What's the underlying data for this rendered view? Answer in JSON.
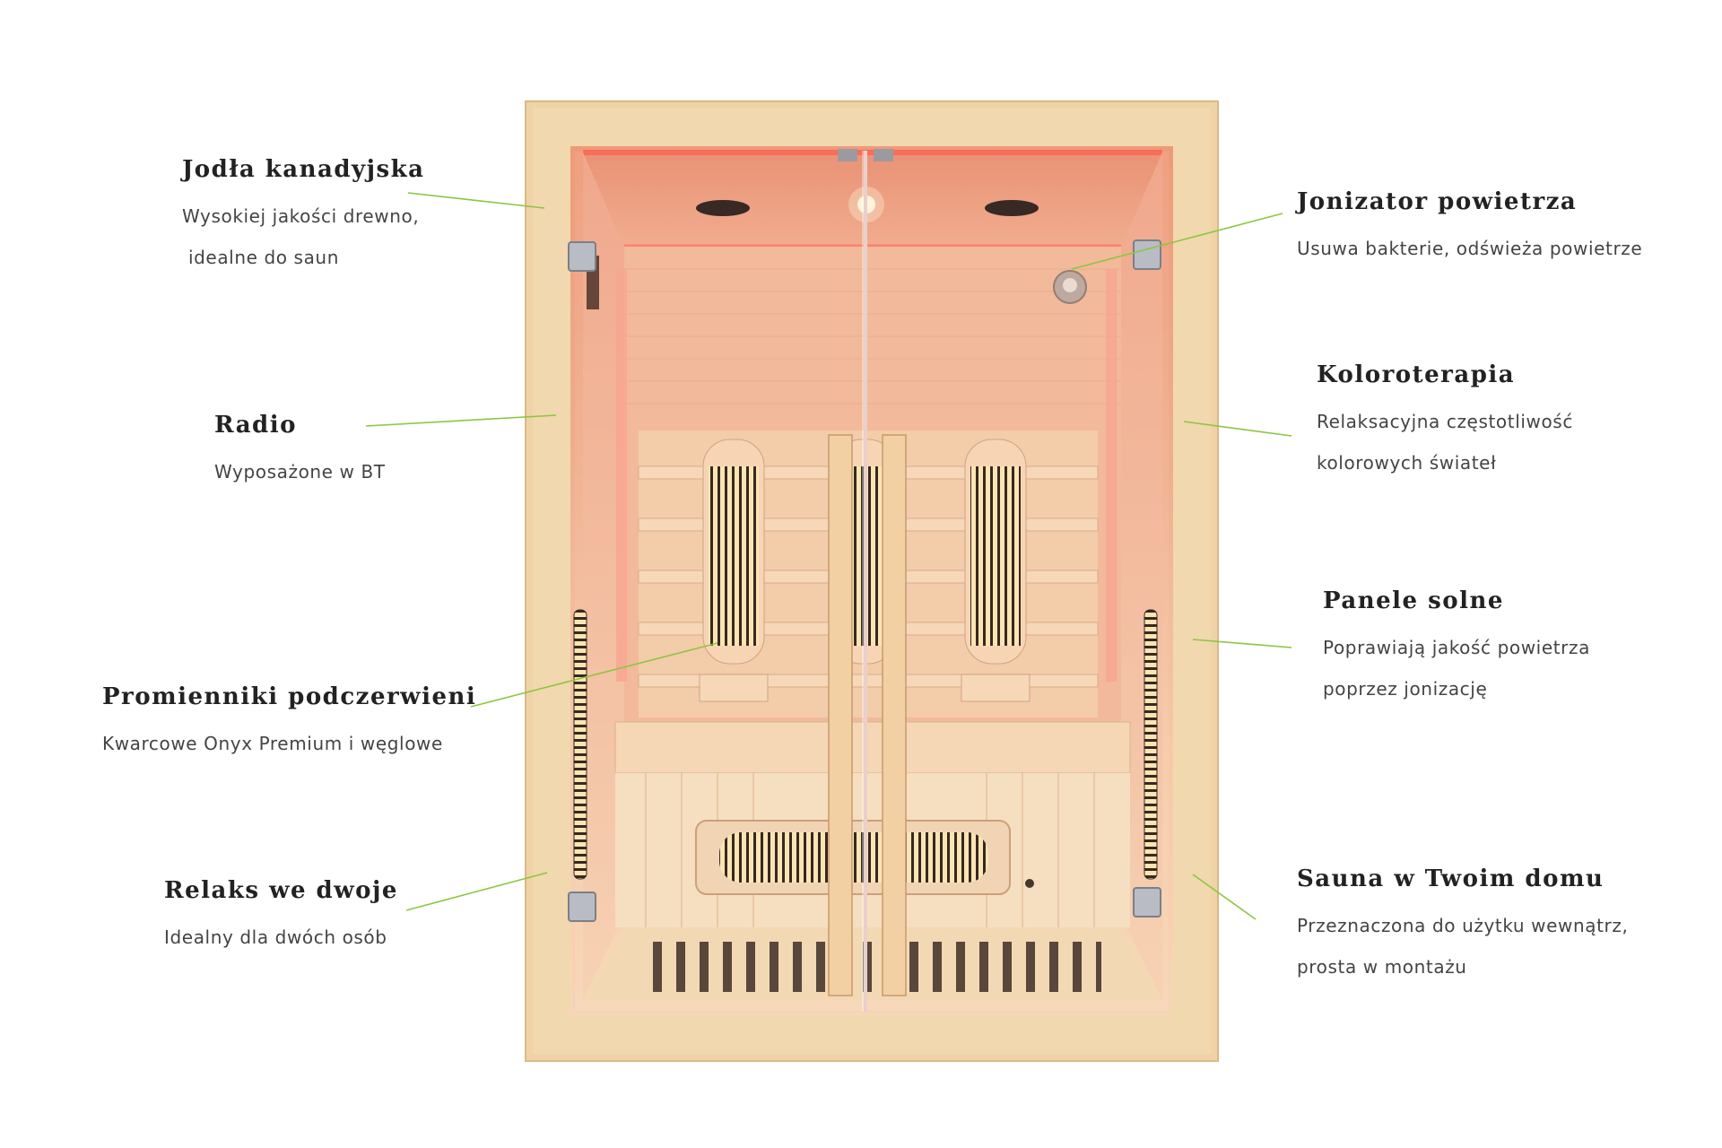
{
  "features": [
    {
      "title": "Jodła kanadyjska",
      "lines": [
        "Wysokiej jakości drewno,",
        " idealne do saun"
      ]
    },
    {
      "title": "Radio",
      "lines": [
        "Wyposażone w BT"
      ]
    },
    {
      "title": "Promienniki podczerwieni",
      "lines": [
        "Kwarcowe Onyx Premium i węglowe"
      ]
    },
    {
      "title": "Relaks we dwoje",
      "lines": [
        "Idealny dla dwóch osób"
      ]
    },
    {
      "title": "Jonizator powietrza",
      "lines": [
        "Usuwa bakterie, odświeża powietrze"
      ]
    },
    {
      "title": "Koloroterapia",
      "lines": [
        "Relaksacyjna częstotliwość",
        "kolorowych świateł"
      ]
    },
    {
      "title": "Panele solne",
      "lines": [
        "Poprawiają jakość powietrza",
        "poprzez jonizację"
      ]
    },
    {
      "title": "Sauna w Twoim domu",
      "lines": [
        "Przeznaczona do użytku wewnątrz,",
        "prosta w montażu"
      ]
    }
  ],
  "colors": {
    "leader_line": "#8cc63f",
    "wood_light": "#f3d9b4",
    "wood_frame": "#edcf9f",
    "interior_glow": "#f2a080",
    "led_red": "#ff5a4a"
  },
  "image": {
    "subject": "two-person infrared sauna cabin with glass door"
  }
}
